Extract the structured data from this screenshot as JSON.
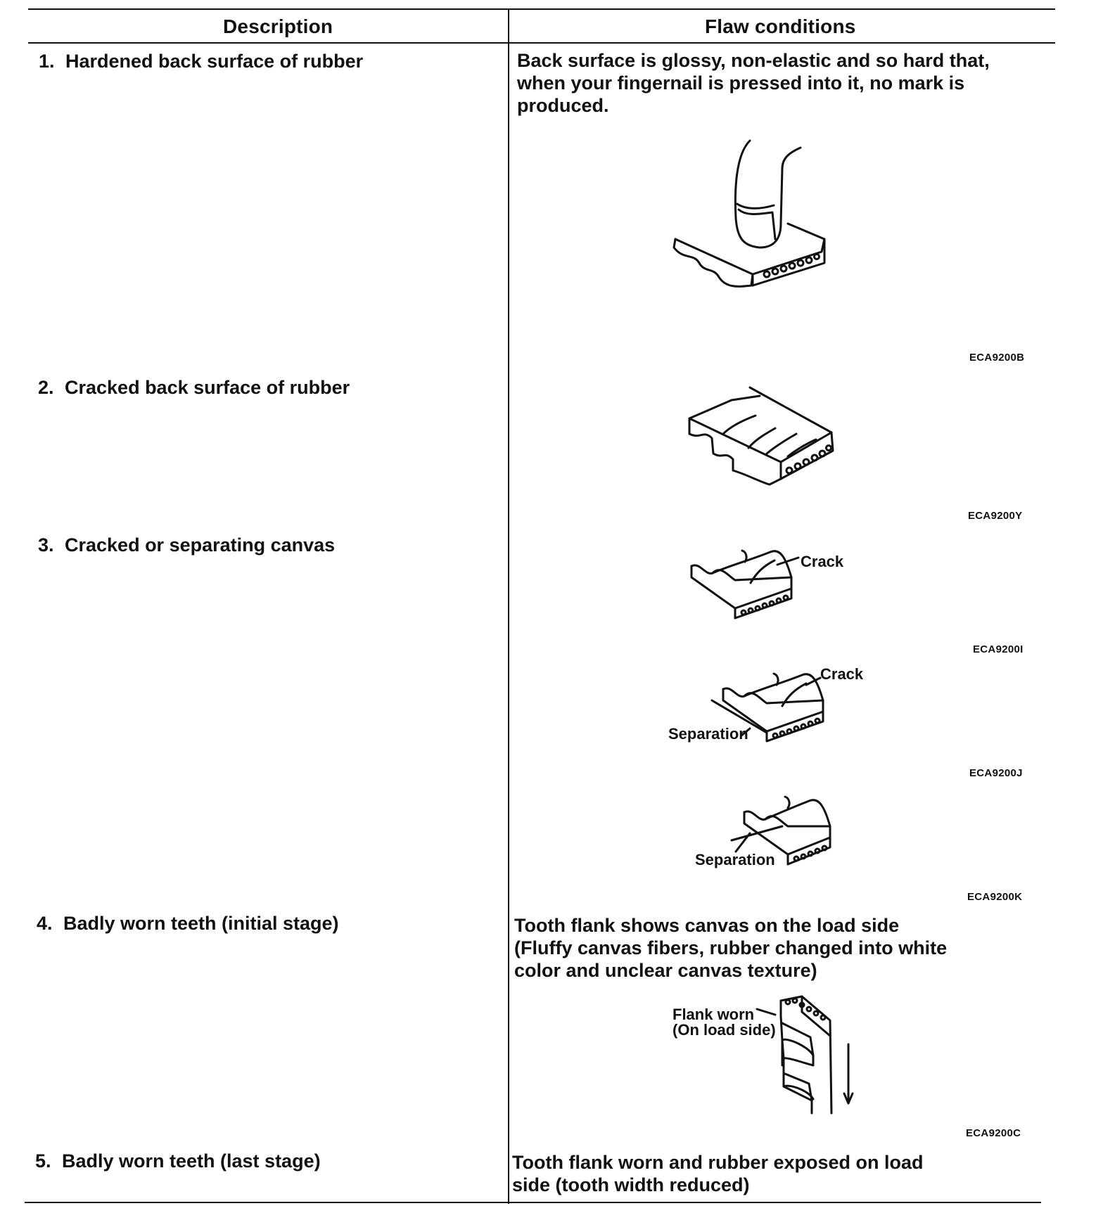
{
  "table": {
    "headers": {
      "description": "Description",
      "flaw": "Flaw conditions"
    },
    "rows": [
      {
        "num": "1.",
        "description": "Hardened back surface of rubber",
        "condition": "Back surface is glossy, non-elastic and so hard that, when your fingernail is pressed into it, no mark is produced.",
        "codes": [
          "ECA9200B"
        ]
      },
      {
        "num": "2.",
        "description": "Cracked back surface of rubber",
        "condition": "",
        "codes": [
          "ECA9200Y"
        ]
      },
      {
        "num": "3.",
        "description": "Cracked or separating canvas",
        "condition": "",
        "codes": [
          "ECA9200I",
          "ECA9200J",
          "ECA9200K"
        ],
        "labels": {
          "crack_1": "Crack",
          "crack_2": "Crack",
          "separation_1": "Separation",
          "separation_2": "Separation"
        }
      },
      {
        "num": "4.",
        "description": "Badly worn teeth (initial stage)",
        "condition": "Tooth flank shows canvas on the load side (Fluffy canvas fibers, rubber changed into white color and unclear canvas texture)",
        "codes": [
          "ECA9200C"
        ],
        "labels": {
          "flank_worn_1": "Flank worn",
          "flank_worn_2": "(On load side)"
        }
      },
      {
        "num": "5.",
        "description": "Badly worn teeth (last stage)",
        "condition": "Tooth flank worn and rubber exposed on load side (tooth width reduced)",
        "codes": []
      }
    ]
  },
  "icons": [
    "finger-pressing-belt-illustration",
    "cracked-belt-illustration",
    "cracked-canvas-illustration",
    "cracked-separated-canvas-illustration",
    "separated-canvas-illustration",
    "worn-tooth-flank-illustration"
  ]
}
